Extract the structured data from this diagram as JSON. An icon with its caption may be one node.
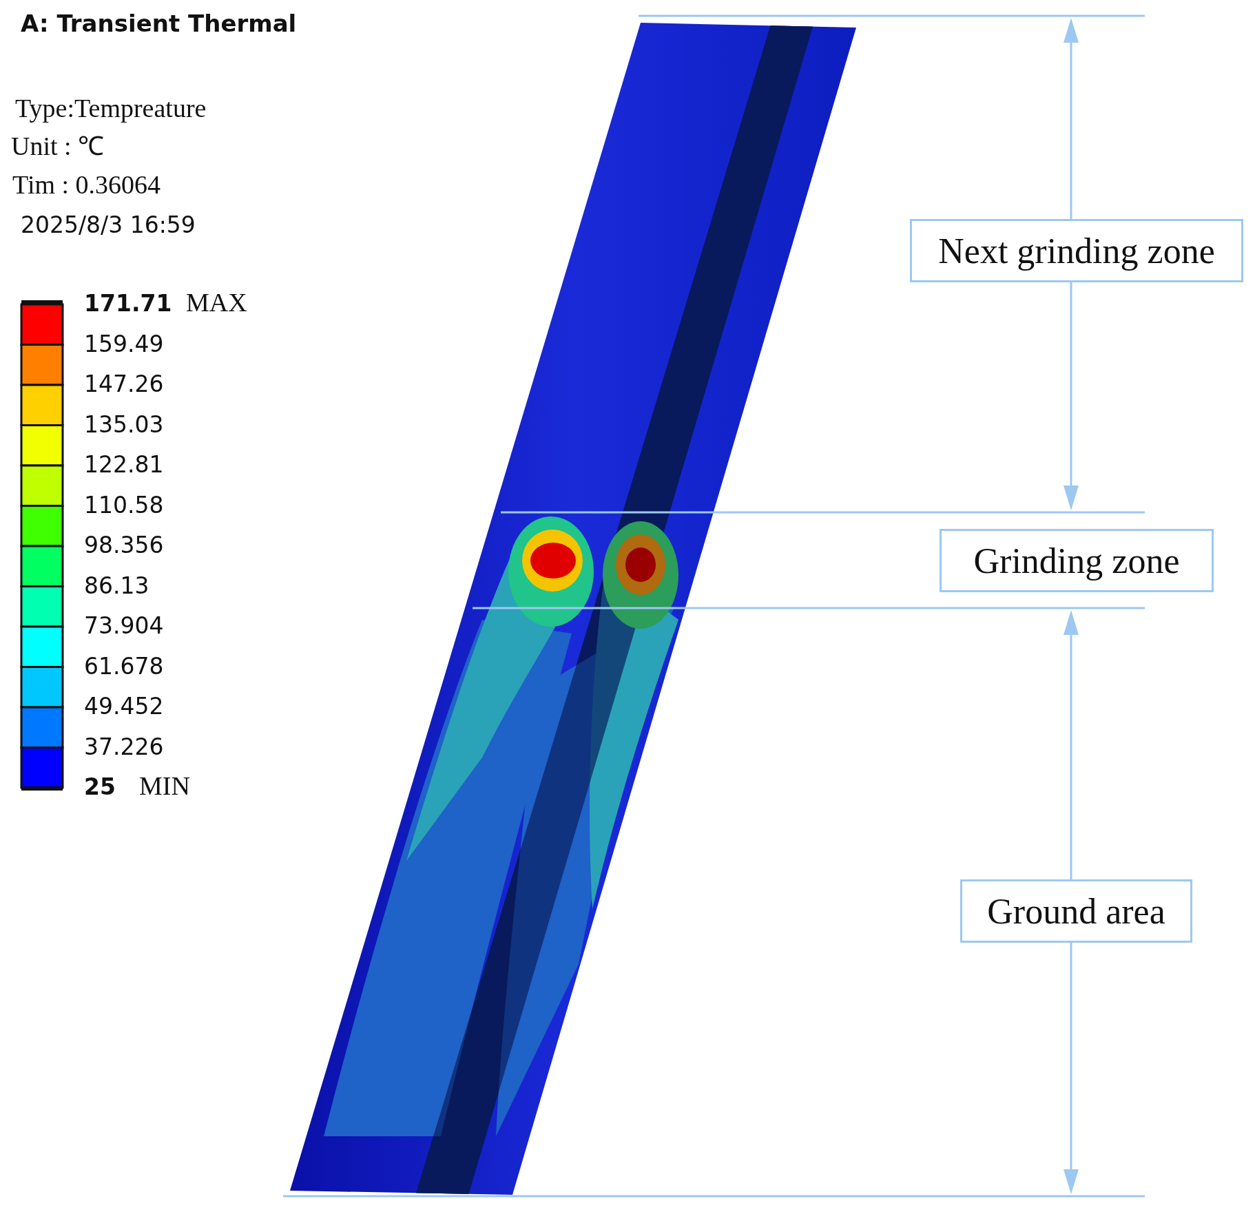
{
  "diagram": {
    "title": "A: Transient Thermal",
    "nodes": [
      {
        "text": [
          "Next grinding zone"
        ]
      },
      {
        "text": [
          "Grinding zone"
        ]
      },
      {
        "text": [
          "Ground area"
        ]
      }
    ],
    "labels": [
      "Type:Tempreature",
      "Unit : ℃",
      "Tim : 0.36064",
      "2025/8/3 16:59",
      "171.71",
      "MAX",
      "159.49",
      "147.26",
      "135.03",
      "122.81",
      "110.58",
      "98.356",
      "86.13",
      "73.904",
      "61.678",
      "49.452",
      "37.226",
      "25",
      "MIN"
    ]
  }
}
